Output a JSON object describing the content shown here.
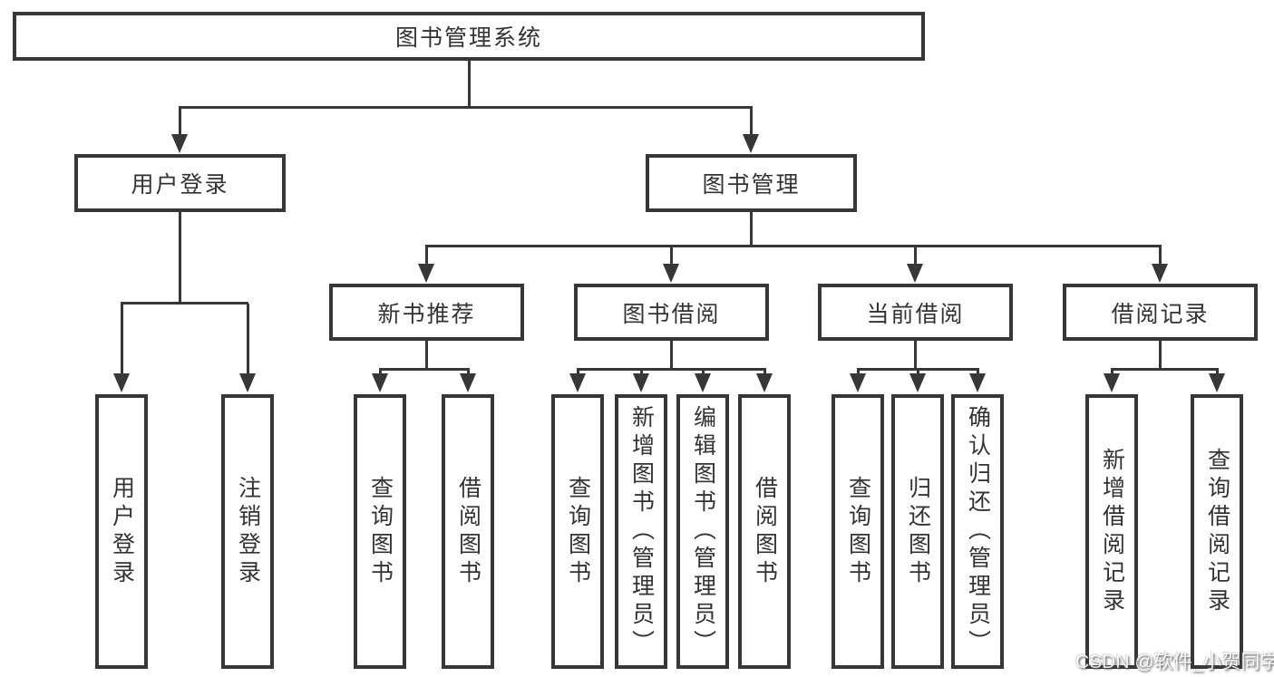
{
  "tree": {
    "root": "图书管理系统",
    "branches": [
      {
        "label": "用户登录",
        "children": [
          "用户登录",
          "注销登录"
        ]
      },
      {
        "label": "图书管理",
        "groups": [
          {
            "label": "新书推荐",
            "children": [
              "查询图书",
              "借阅图书"
            ]
          },
          {
            "label": "图书借阅",
            "children": [
              "查询图书",
              "新增图书（管理员）",
              "编辑图书（管理员）",
              "借阅图书"
            ]
          },
          {
            "label": "当前借阅",
            "children": [
              "查询图书",
              "归还图书",
              "确认归还（管理员）"
            ]
          },
          {
            "label": "借阅记录",
            "children": [
              "新增借阅记录",
              "查询借阅记录"
            ]
          }
        ]
      }
    ]
  },
  "watermark": {
    "text": "CSDN @软件_小贺同学"
  },
  "colors": {
    "line": "#373737",
    "text": "#333333",
    "background": "#ffffff",
    "watermark_fill": "#ffffff",
    "watermark_shadow": "#4b4b4b"
  }
}
